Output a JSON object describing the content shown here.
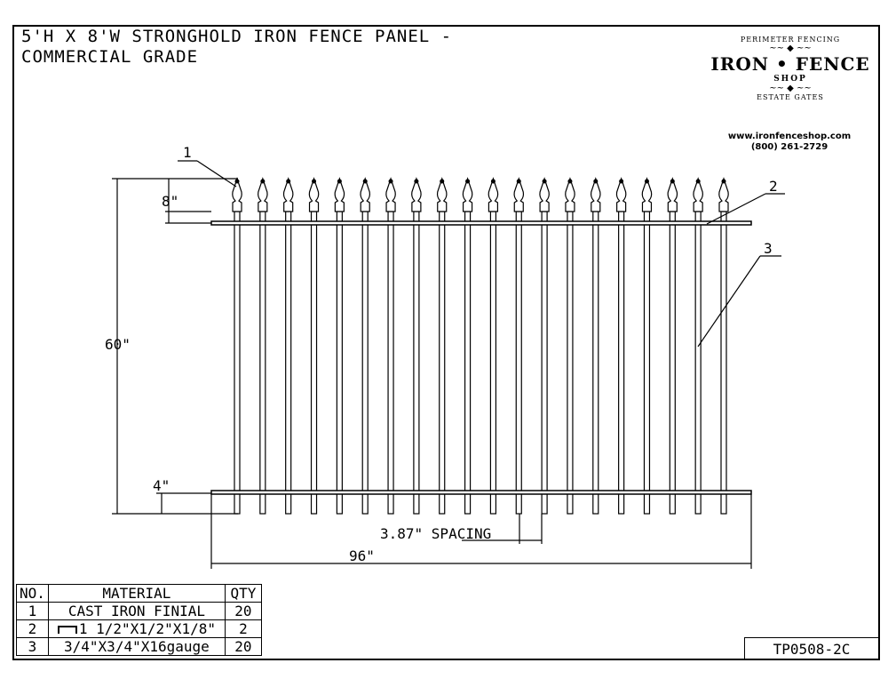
{
  "title": {
    "line1": "5'H X 8'W STRONGHOLD IRON FENCE PANEL -",
    "line2": "COMMERCIAL GRADE"
  },
  "logo": {
    "arc_top": "PERIMETER FENCING",
    "name": "IRON • FENCE",
    "shop": "SHOP",
    "arc_bottom": "ESTATE GATES",
    "website": "www.ironfenceshop.com",
    "phone": "(800) 261-2729"
  },
  "dimensions": {
    "finial_height": "8\"",
    "panel_height": "60\"",
    "bottom_clearance": "4\"",
    "spacing": "3.87\" SPACING",
    "width": "96\""
  },
  "callouts": [
    "1",
    "2",
    "3"
  ],
  "picket_count": 20,
  "bom": {
    "headers": [
      "NO.",
      "MATERIAL",
      "QTY"
    ],
    "rows": [
      {
        "no": "1",
        "material": "CAST IRON FINIAL",
        "qty": "20"
      },
      {
        "no": "2",
        "material": "1 1/2\"X1/2\"X1/8\"",
        "qty": "2",
        "icon": "channel-icon"
      },
      {
        "no": "3",
        "material": "3/4\"X3/4\"X16gauge",
        "qty": "20"
      }
    ]
  },
  "drawing_code": "TP0508-2C"
}
